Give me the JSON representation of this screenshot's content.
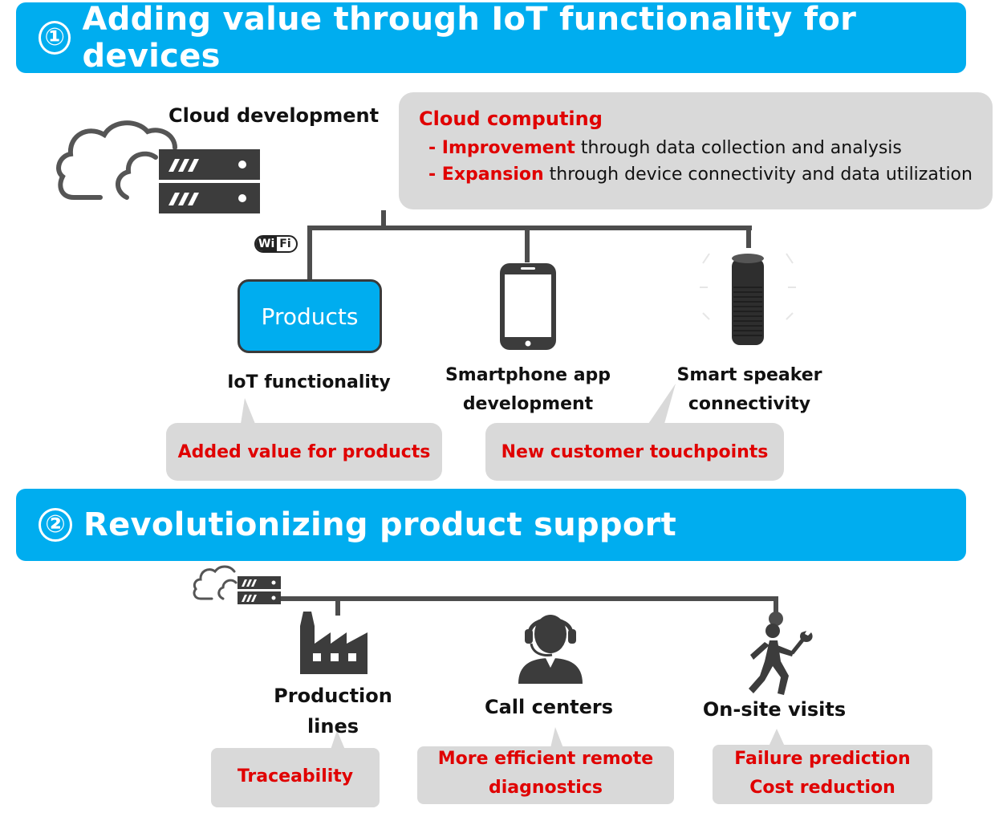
{
  "section1": {
    "number": "①",
    "title": "Adding value through IoT functionality for devices"
  },
  "cloud_development_label": "Cloud development",
  "cloud_computing": {
    "heading": "Cloud computing",
    "items": [
      {
        "prefix": "- ",
        "key": "Improvement",
        "rest": " through data collection and analysis"
      },
      {
        "prefix": "- ",
        "key": "Expansion",
        "rest": " through device connectivity and data utilization"
      }
    ]
  },
  "wifi_badge": {
    "wi": "Wi",
    "fi": "Fi"
  },
  "products_label": "Products",
  "iot_functionality_label": "IoT functionality",
  "smartphone_label": [
    "Smartphone app",
    "development"
  ],
  "smart_speaker_label": [
    "Smart speaker",
    "connectivity"
  ],
  "callouts1": {
    "added_value": "Added value for products",
    "touchpoints": "New customer touchpoints"
  },
  "section2": {
    "number": "②",
    "title": "Revolutionizing product support"
  },
  "production_label": [
    "Production",
    "lines"
  ],
  "call_centers_label": "Call centers",
  "onsite_label": "On-site visits",
  "callouts2": {
    "traceability": "Traceability",
    "remote": [
      "More efficient remote",
      "diagnostics"
    ],
    "failure": [
      "Failure prediction",
      "Cost reduction"
    ]
  },
  "colors": {
    "banner": "#00adef",
    "accent_red": "#e00000",
    "callout_gray": "#d9d9d9"
  }
}
